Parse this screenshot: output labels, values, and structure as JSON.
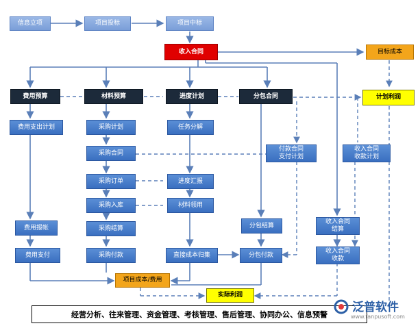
{
  "nodes": {
    "n01": "信息立项",
    "n02": "项目投标",
    "n03": "项目中标",
    "n04": "收入合同",
    "n05": "目标成本",
    "n06": "计划利润",
    "n07": "费用预算",
    "n08": "材料预算",
    "n09": "进度计划",
    "n10": "分包合同",
    "n11": "费用支出计划",
    "n12": "采购计划",
    "n13": "任务分解",
    "n14": "采购合同",
    "n15": "付款合同\n支付计划",
    "n16": "收入合同\n收款计划",
    "n17": "采购订单",
    "n18": "进度汇报",
    "n19": "采购入库",
    "n20": "材料领用",
    "n21": "费用报帐",
    "n22": "采购结算",
    "n23": "分包结算",
    "n24": "收入合同\n结算",
    "n25": "费用支付",
    "n26": "采购付款",
    "n27": "直接成本归集",
    "n28": "分包付款",
    "n29": "收入合同\n收款",
    "n30": "项目成本/费用",
    "n31": "实际利润"
  },
  "footer": "经营分析、往来管理、资金管理、考核管理、售后管理、协同办公、信息预警",
  "logo": {
    "name": "泛普软件",
    "url": "www.fanpusoft.com"
  },
  "colors": {
    "blue": "#3a6fc0",
    "dark": "#1c2a3a",
    "red": "#e00000",
    "orange": "#f3a51b",
    "yellow": "#ffff00",
    "line": "#5a7fb8"
  }
}
